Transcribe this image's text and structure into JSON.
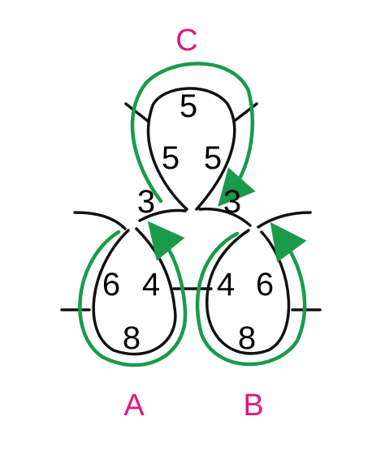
{
  "labels": {
    "top": "C",
    "left": "A",
    "right": "B"
  },
  "numbers": {
    "c_top": "5",
    "c_left": "5",
    "c_right": "5",
    "c_bottom_left": "3",
    "c_bottom_right": "3",
    "a_left": "6",
    "a_right": "4",
    "a_bottom": "8",
    "b_left": "4",
    "b_right": "6",
    "b_bottom": "8"
  },
  "colors": {
    "label": "#e0197d",
    "arrow": "#1a9b4b",
    "line": "#111111"
  }
}
